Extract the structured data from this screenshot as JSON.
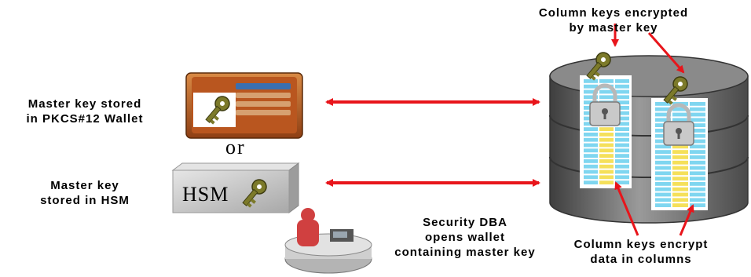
{
  "labels": {
    "wallet": [
      "Master key stored",
      "in PKCS#12 Wallet"
    ],
    "or": "or",
    "hsm_box": "HSM",
    "hsm": [
      "Master key",
      "stored in HSM"
    ],
    "dba": [
      "Security DBA",
      "opens wallet",
      "containing master key"
    ],
    "top_right": [
      "Column keys encrypted",
      "by master key"
    ],
    "bottom_right": [
      "Column keys encrypt",
      "data in columns"
    ]
  },
  "colors": {
    "arrow": "#e8151b",
    "wallet_body": "#c0602a",
    "hsm_box": "#c8c8c8",
    "db_cylinder": "#6e6e6e",
    "column_cells": "#7fd6f0",
    "highlight_cells": "#f5e05a",
    "key": "#7c7a2a",
    "operator": "#d04040"
  },
  "icons": [
    "wallet-icon",
    "key-icon",
    "hsm-box-icon",
    "database-icon",
    "lock-icon",
    "operator-icon"
  ]
}
